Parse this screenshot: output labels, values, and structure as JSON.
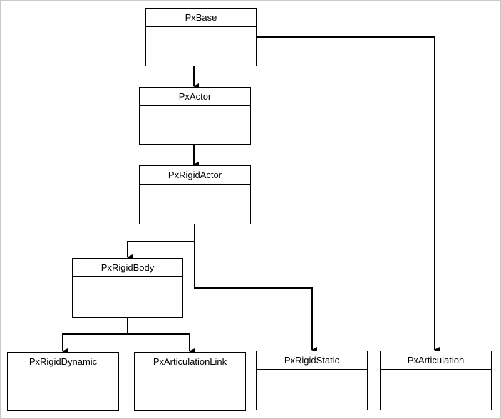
{
  "diagram": {
    "line_color": "#000000",
    "classes": {
      "px_base": "PxBase",
      "px_actor": "PxActor",
      "px_rigid_actor": "PxRigidActor",
      "px_rigid_body": "PxRigidBody",
      "px_rigid_dynamic": "PxRigidDynamic",
      "px_articulation_link": "PxArticulationLink",
      "px_rigid_static": "PxRigidStatic",
      "px_articulation": "PxArticulation"
    }
  }
}
